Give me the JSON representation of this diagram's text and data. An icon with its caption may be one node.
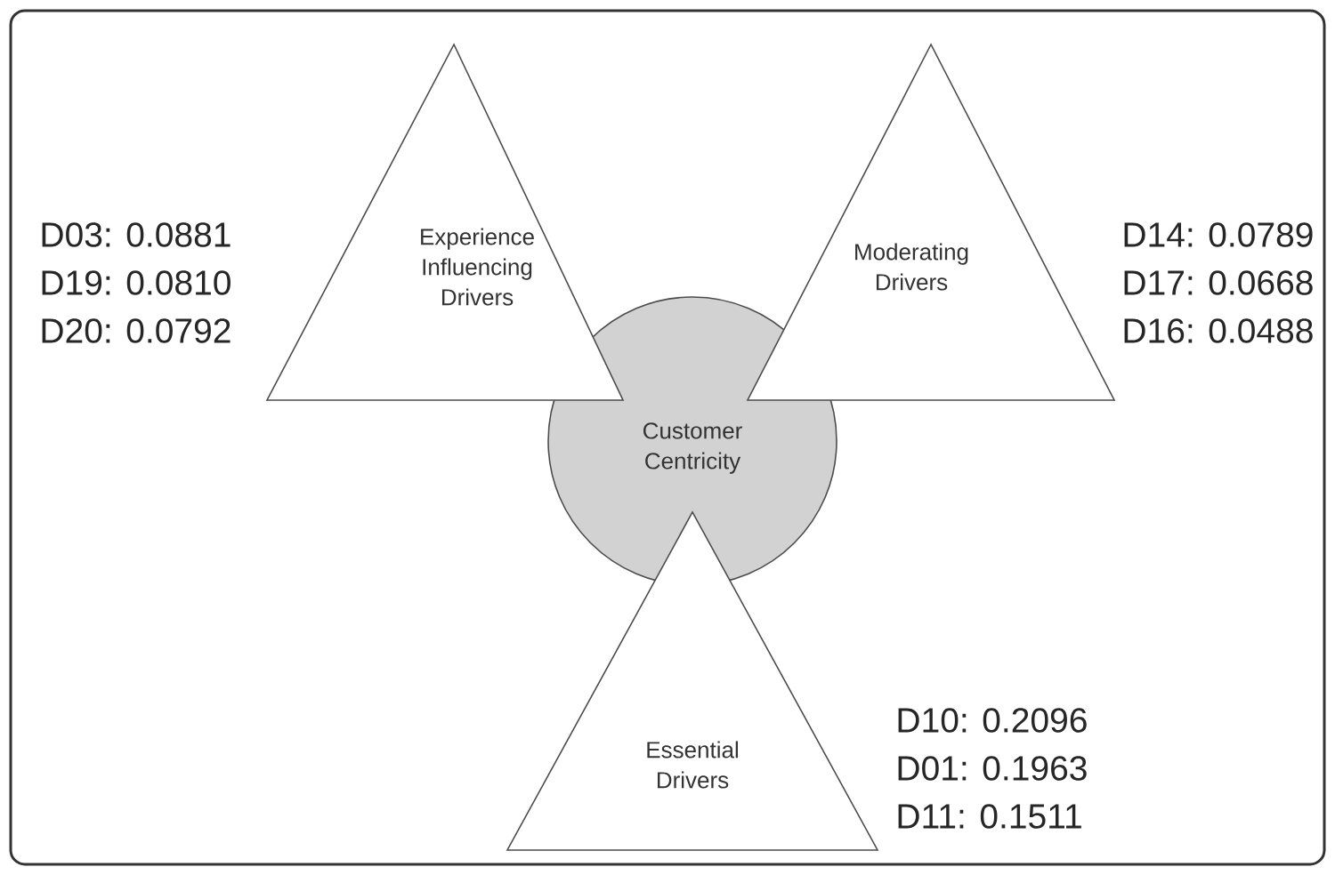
{
  "diagram": {
    "nodes": [
      {
        "text": [
          "Customer Centricity"
        ]
      },
      {
        "text": [
          "Experience Influencing Drivers"
        ],
        "beside": [
          "D03: 0.0881",
          "D19: 0.0810",
          "D20: 0.0792"
        ]
      },
      {
        "text": [
          "Moderating Drivers"
        ],
        "beside": [
          "D14: 0.0789",
          "D17: 0.0668",
          "D16: 0.0488"
        ]
      },
      {
        "text": [
          "Essential Drivers"
        ],
        "beside": [
          "D10: 0.2096",
          "D01: 0.1963",
          "D11: 0.1511"
        ]
      }
    ]
  }
}
